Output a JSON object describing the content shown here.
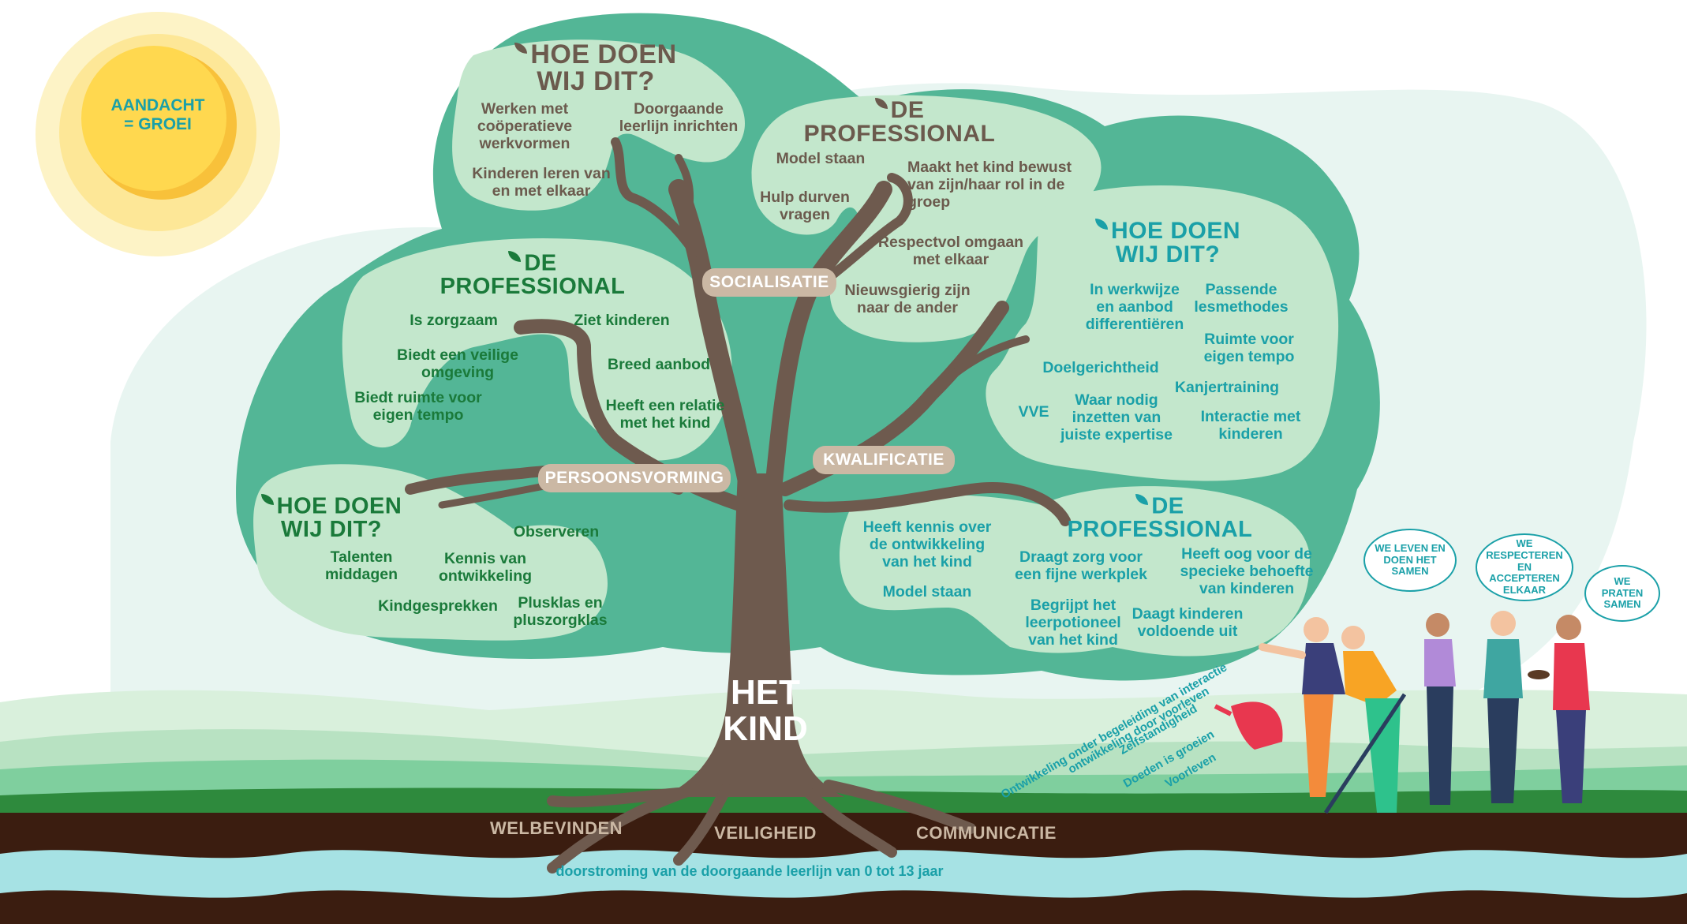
{
  "sun": {
    "line1": "AANDACHT",
    "line2": "= GROEI"
  },
  "colors": {
    "tree_dark": "#53b696",
    "tree_light": "#c3e7cc",
    "trunk": "#6e5a4e",
    "soil": "#3b1d10",
    "water": "#a6e2e4",
    "teal_text": "#1aa0a8",
    "green_text": "#1a7a3a",
    "brown_text": "#6b5a4d",
    "pill": "#cbb8a4"
  },
  "pills": {
    "socialisatie": "SOCIALISATIE",
    "persoonsvorming": "PERSOONSVORMING",
    "kwalificatie": "KWALIFICATIE"
  },
  "trunk_label": {
    "line1": "HET",
    "line2": "KIND"
  },
  "hoe_top": {
    "title1": "HOE DOEN",
    "title2": "WIJ DIT?",
    "item1": "Werken met coöperatieve werkvormen",
    "item2": "Doorgaande leerlijn inrichten",
    "item3": "Kinderen leren van en met elkaar"
  },
  "prof_top": {
    "title1": "DE",
    "title2": "PROFESSIONAL",
    "item1": "Model staan",
    "item2": "Maakt het kind bewust van zijn/haar rol in de groep",
    "item3": "Hulp durven vragen",
    "item4": "Respectvol omgaan met elkaar",
    "item5": "Nieuwsgierig zijn naar de ander"
  },
  "prof_left": {
    "title1": "DE",
    "title2": "PROFESSIONAL",
    "item1": "Is zorgzaam",
    "item2": "Ziet kinderen",
    "item3": "Biedt een veilige omgeving",
    "item4": "Breed aanbod",
    "item5": "Biedt ruimte voor eigen tempo",
    "item6": "Heeft een relatie met het kind"
  },
  "hoe_right": {
    "title1": "HOE DOEN",
    "title2": "WIJ DIT?",
    "item1": "In werkwijze en aanbod differentiëren",
    "item2": "Passende lesmethodes",
    "item3": "Ruimte voor eigen tempo",
    "item4": "Doelgerichtheid",
    "item5": "Kanjertraining",
    "item6": "VVE",
    "item7": "Waar nodig inzetten van juiste expertise",
    "item8": "Interactie met kinderen"
  },
  "hoe_left": {
    "title1": "HOE DOEN",
    "title2": "WIJ DIT?",
    "item1": "Observeren",
    "item2": "Talenten middagen",
    "item3": "Kennis van ontwikkeling",
    "item4": "Kindgesprekken",
    "item5": "Plusklas en pluszorgklas"
  },
  "prof_right": {
    "title1": "DE",
    "title2": "PROFESSIONAL",
    "item1": "Heeft kennis over de ontwikkeling van het kind",
    "item2": "Model staan",
    "item3": "Draagt zorg voor een fijne werkplek",
    "item4": "Heeft oog voor de specieke behoefte van kinderen",
    "item5": "Begrijpt het leerpotioneel van het kind",
    "item6": "Daagt kinderen voldoende uit"
  },
  "roots": {
    "welbevinden": "WELBEVINDEN",
    "veiligheid": "VEILIGHEID",
    "communicatie": "COMMUNICATIE"
  },
  "water_text": "doorstroming van de doorgaande leerlijn van 0 tot 13 jaar",
  "stream": {
    "s1": "Ontwikkeling onder begeleiding van interactie",
    "s2": "ontwikkeling door voorleven",
    "s3": "Zelfstandigheid",
    "s4": "Doeden is groeien",
    "s5": "Voorleven"
  },
  "bubbles": {
    "b1": "WE LEVEN EN DOEN HET SAMEN",
    "b2": "WE RESPECTEREN EN ACCEPTEREN ELKAAR",
    "b3": "WE PRATEN SAMEN"
  }
}
